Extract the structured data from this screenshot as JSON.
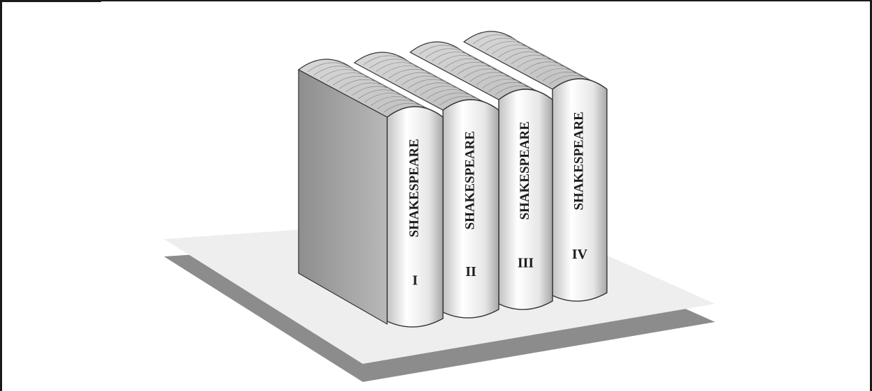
{
  "colors": {
    "frame": "#1a1a1a",
    "platform_top": "#eeeeee",
    "platform_shadow": "#8c8c8c",
    "book_side": "#9a9a9a",
    "pages": "#cfcfcf",
    "spine_light": "#ffffff",
    "spine_dark": "#b9b9b9",
    "text": "#1c1c1c"
  },
  "books": [
    {
      "title": "SHAKESPEARE",
      "volume": "I"
    },
    {
      "title": "SHAKESPEARE",
      "volume": "II"
    },
    {
      "title": "SHAKESPEARE",
      "volume": "III"
    },
    {
      "title": "SHAKESPEARE",
      "volume": "IV"
    }
  ]
}
